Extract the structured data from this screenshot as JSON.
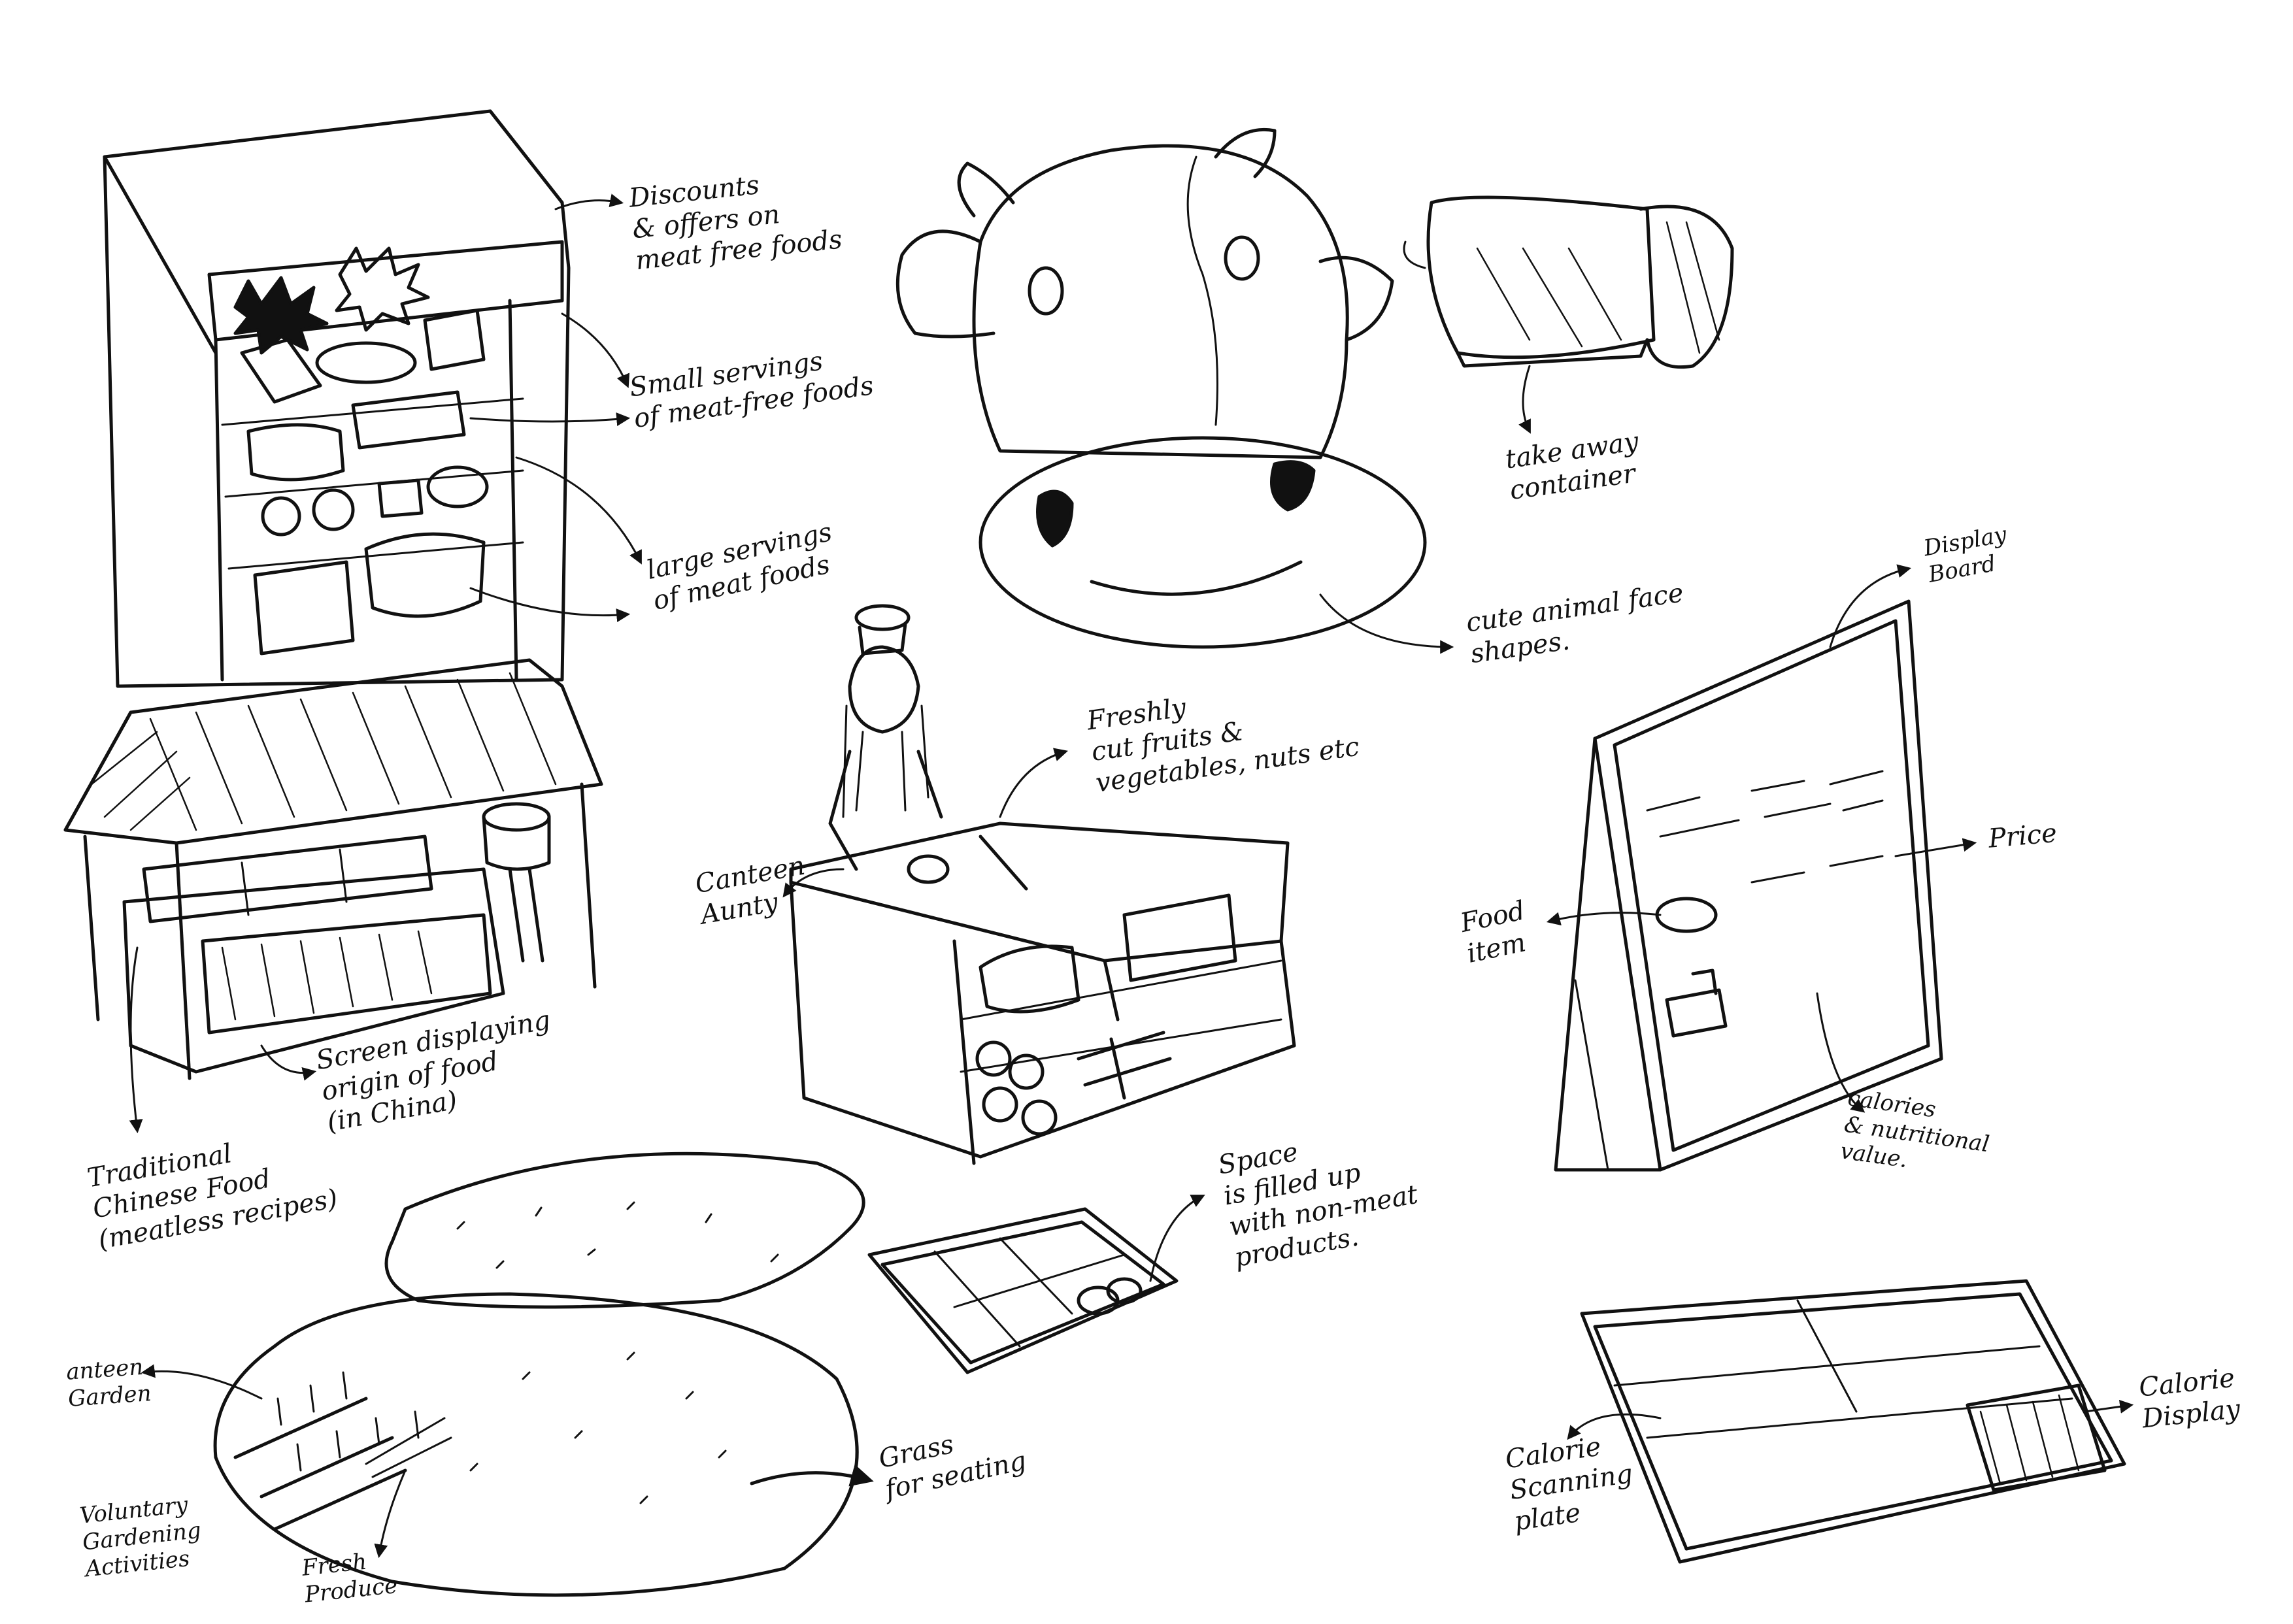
{
  "colors": {
    "ink": "#111111",
    "paper": "#ffffff"
  },
  "annotations": {
    "discounts": "Discounts\n& offers on\nmeat free foods",
    "small_servings": "Small servings\nof meat-free foods",
    "large_servings": "large servings\nof meat foods",
    "take_away": "take away\ncontainer",
    "cute_animal": "cute animal face\nshapes.",
    "display_board": "Display\nBoard",
    "price": "Price",
    "food_item": "Food\nitem",
    "calories": "calories\n& nutritional\nvalue.",
    "freshly_cut": "Freshly\ncut fruits &\nvegetables, nuts etc",
    "canteen_aunty": "Canteen\nAunty",
    "screen_origin": "Screen displaying\norigin of food\n(in China)",
    "traditional": "Traditional\nChinese Food\n(meatless recipes)",
    "space_filled": "Space\nis filled up\nwith non-meat\nproducts.",
    "canteen_garden": "anteen\nGarden",
    "voluntary": "Voluntary\nGardening\nActivities",
    "fresh_produce": "Fresh\nProduce",
    "grass": "Grass\nfor seating",
    "calorie_display": "Calorie\nDisplay",
    "calorie_plate": "Calorie\nScanning\nplate"
  }
}
